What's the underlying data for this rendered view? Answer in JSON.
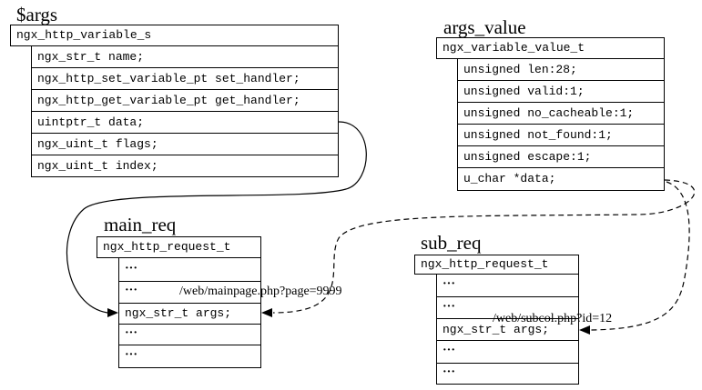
{
  "args": {
    "title": "$args",
    "struct": "ngx_http_variable_s",
    "fields": [
      "ngx_str_t name;",
      "ngx_http_set_variable_pt set_handler;",
      "ngx_http_get_variable_pt get_handler;",
      "uintptr_t data;",
      "ngx_uint_t flags;",
      "ngx_uint_t index;"
    ]
  },
  "args_value": {
    "title": "args_value",
    "struct": "ngx_variable_value_t",
    "fields": [
      "unsigned len:28;",
      "unsigned valid:1;",
      "unsigned no_cacheable:1;",
      "unsigned not_found:1;",
      "unsigned escape:1;",
      "u_char *data;"
    ]
  },
  "main_req": {
    "title": "main_req",
    "struct": "ngx_http_request_t",
    "fields": [
      "···",
      "···",
      "ngx_str_t args;",
      "···",
      "···"
    ],
    "value": "/web/mainpage.php?page=9999"
  },
  "sub_req": {
    "title": "sub_req",
    "struct": "ngx_http_request_t",
    "fields": [
      "···",
      "···",
      "ngx_str_t args;",
      "···",
      "···"
    ],
    "value": "/web/subcol.php?id=12"
  }
}
